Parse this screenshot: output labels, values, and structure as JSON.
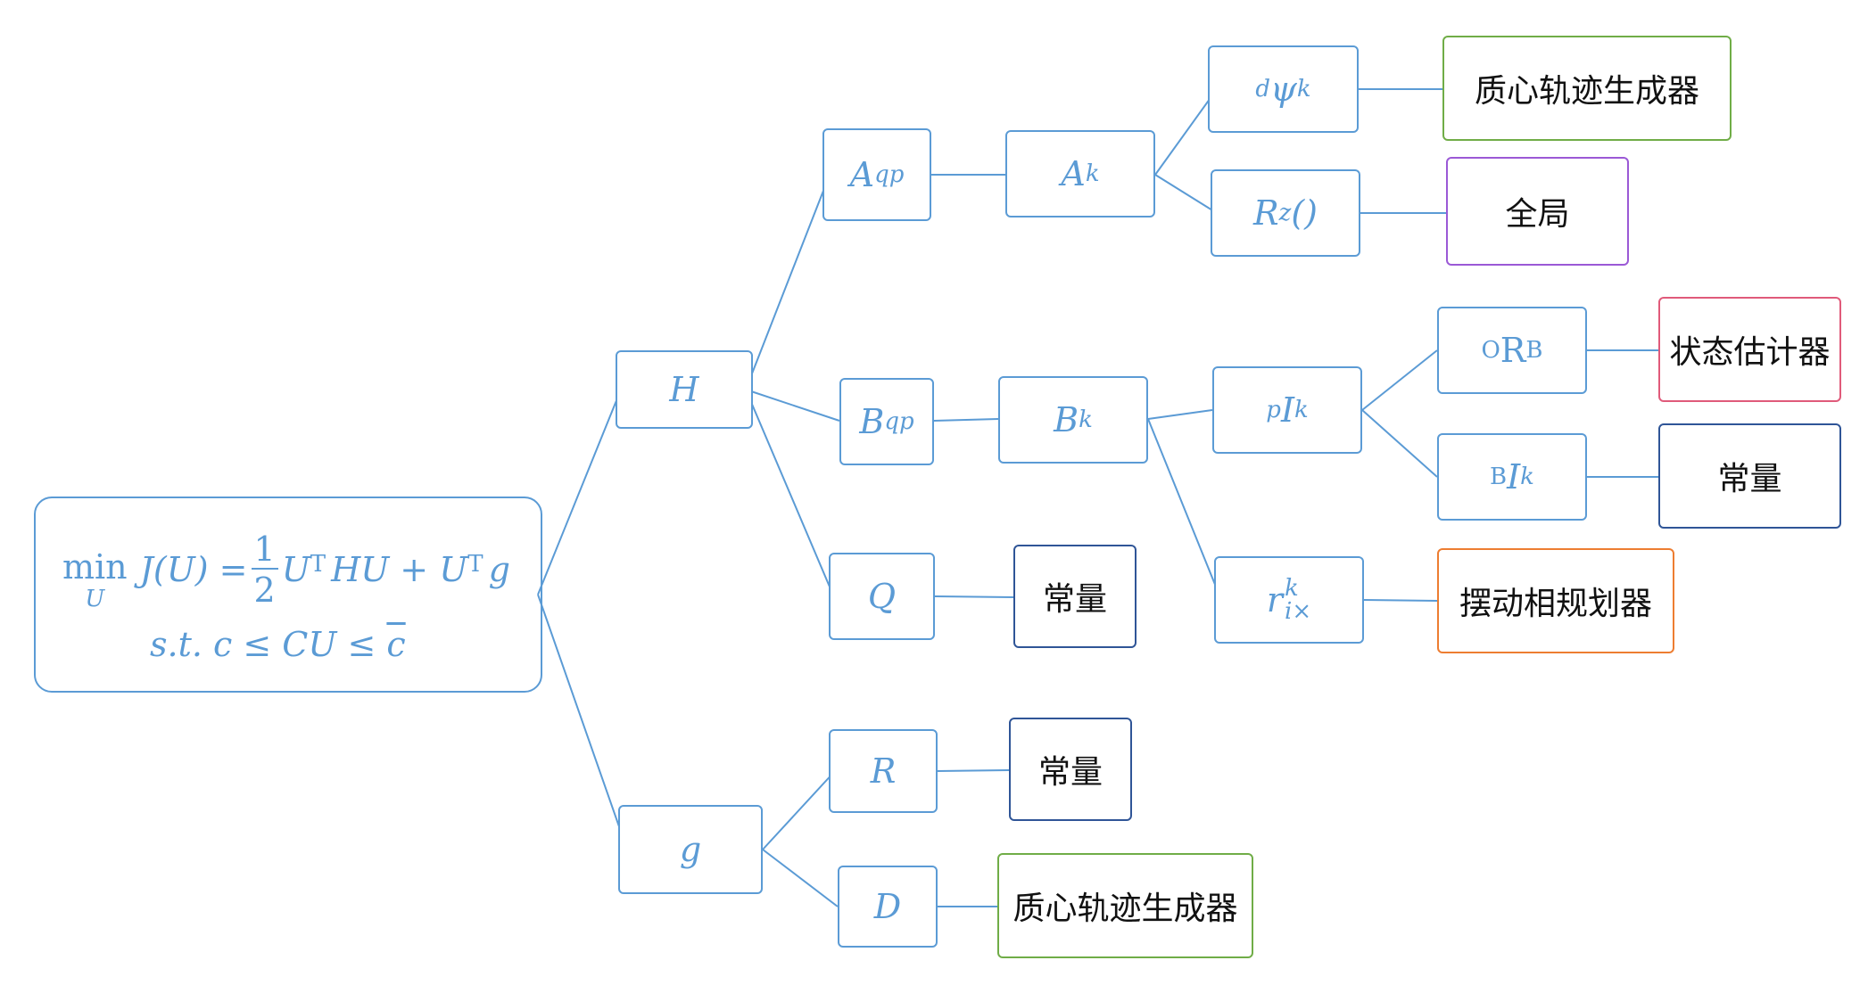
{
  "colors": {
    "line": "#5b9bd5",
    "math_node_border": "#5b9bd5",
    "leaf_green": "#70ad47",
    "leaf_purple": "#9b59d6",
    "leaf_pink": "#e05a7a",
    "leaf_navy": "#2f5597",
    "leaf_orange": "#ed7d31"
  },
  "root": {
    "min": "min",
    "min_sub": "U",
    "lhs": "J(U) =",
    "frac_num": "1",
    "frac_den": "2",
    "U": "U",
    "T": "T",
    "HU": "HU + U",
    "T2": "T",
    "g": "g",
    "constraint_pre": "s.t.  c ≤ CU  ≤ ",
    "constraint_bar": "c"
  },
  "nodes": {
    "H": "H",
    "g": "g",
    "A_qp": {
      "base": "A",
      "sub": "qp"
    },
    "B_qp": {
      "base": "B",
      "sub": "qp"
    },
    "Q": "Q",
    "R": "R",
    "D": "D",
    "A_k": {
      "base": "A",
      "sub": "k"
    },
    "B_k": {
      "base": "B",
      "sub": "k"
    },
    "d_psi_k": {
      "pre": "d",
      "base": "ψ",
      "sup": "k"
    },
    "R_z": {
      "base": "R",
      "sub": "z",
      "post": "()"
    },
    "p_I_k": {
      "pre": "p",
      "base": "I",
      "sub": "k"
    },
    "r_ix_k": {
      "base": "r",
      "sub": "i×",
      "sup": "k"
    },
    "O_R_B": {
      "pre": "O",
      "base": "R",
      "sub": "B"
    },
    "B_I_k": {
      "pre": "B",
      "base": "I",
      "sub": "k"
    }
  },
  "leaves": {
    "com_traj_1": "质心轨迹生成器",
    "global": "全局",
    "state_estimator": "状态估计器",
    "constant_BIk": "常量",
    "swing_planner": "摆动相规划器",
    "constant_Q": "常量",
    "constant_R": "常量",
    "com_traj_2": "质心轨迹生成器"
  }
}
